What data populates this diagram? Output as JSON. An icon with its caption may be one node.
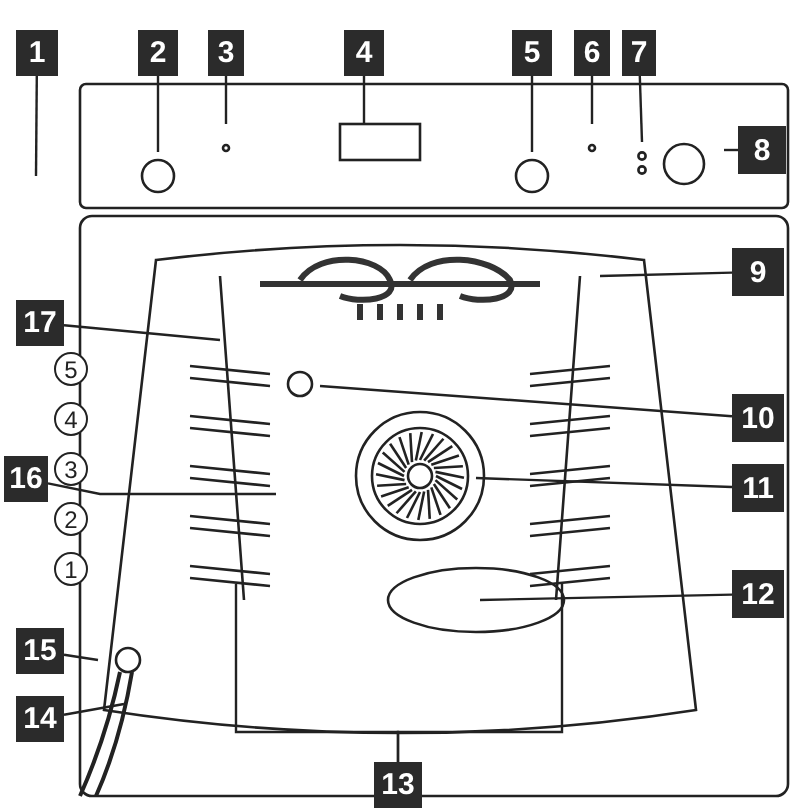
{
  "diagram": {
    "nodes": [
      {
        "text": [
          "1"
        ]
      },
      {
        "text": [
          "2"
        ]
      },
      {
        "text": [
          "3"
        ]
      },
      {
        "text": [
          "4"
        ]
      },
      {
        "text": [
          "5"
        ]
      },
      {
        "text": [
          "6"
        ]
      },
      {
        "text": [
          "7"
        ]
      },
      {
        "text": [
          "8"
        ]
      },
      {
        "text": [
          "9"
        ]
      },
      {
        "text": [
          "10"
        ]
      },
      {
        "text": [
          "11"
        ]
      },
      {
        "text": [
          "12"
        ]
      },
      {
        "text": [
          "13"
        ]
      },
      {
        "text": [
          "14"
        ]
      },
      {
        "text": [
          "15"
        ]
      },
      {
        "text": [
          "16"
        ]
      },
      {
        "text": [
          "17"
        ]
      },
      {
        "text": [
          "5"
        ]
      },
      {
        "text": [
          "4"
        ]
      },
      {
        "text": [
          "3"
        ]
      },
      {
        "text": [
          "2"
        ]
      },
      {
        "text": [
          "1"
        ]
      }
    ],
    "edges": [
      {
        "from": 0,
        "to": null,
        "arrow": "none"
      },
      {
        "from": 1,
        "to": null,
        "arrow": "none"
      },
      {
        "from": 2,
        "to": null,
        "arrow": "none"
      },
      {
        "from": 3,
        "to": null,
        "arrow": "none"
      },
      {
        "from": 4,
        "to": null,
        "arrow": "none"
      },
      {
        "from": 5,
        "to": null,
        "arrow": "none"
      },
      {
        "from": 6,
        "to": null,
        "arrow": "none"
      },
      {
        "from": 7,
        "to": null,
        "arrow": "none"
      },
      {
        "from": 8,
        "to": null,
        "arrow": "none"
      },
      {
        "from": 9,
        "to": null,
        "arrow": "none"
      },
      {
        "from": 10,
        "to": null,
        "arrow": "none"
      },
      {
        "from": 11,
        "to": null,
        "arrow": "none"
      },
      {
        "from": 12,
        "to": null,
        "arrow": "none"
      },
      {
        "from": 12,
        "to": null,
        "arrow": "none"
      },
      {
        "from": 13,
        "to": null,
        "arrow": "none"
      },
      {
        "from": 14,
        "to": null,
        "arrow": "none"
      },
      {
        "from": 15,
        "to": null,
        "arrow": "none"
      },
      {
        "from": 16,
        "to": null,
        "arrow": "none"
      }
    ]
  }
}
